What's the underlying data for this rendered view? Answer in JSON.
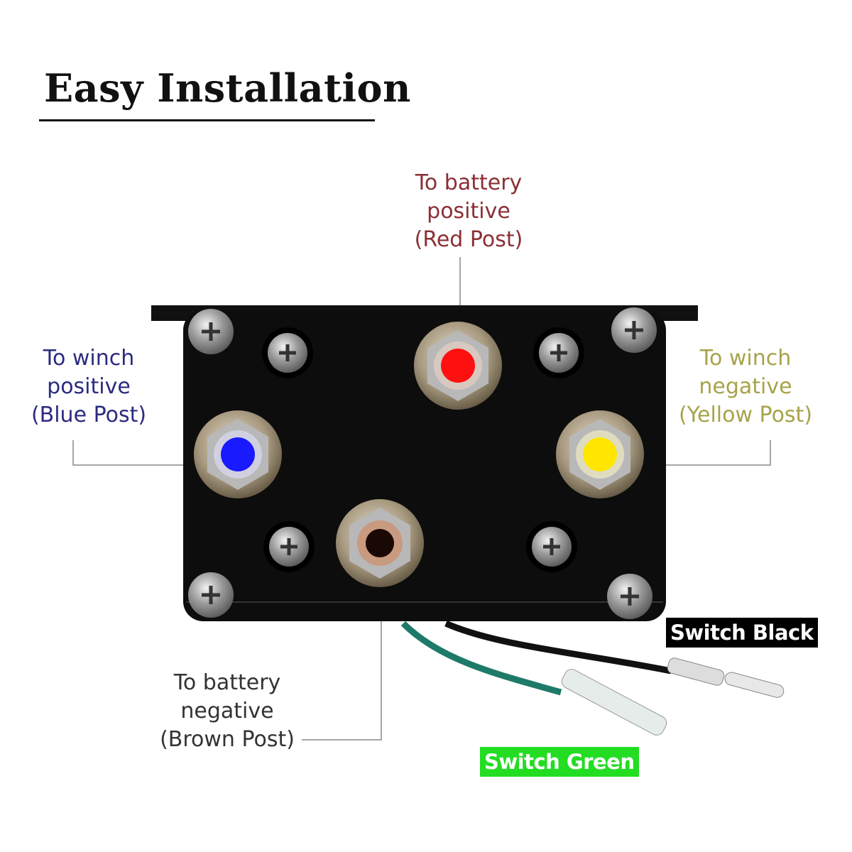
{
  "title": "Easy Installation",
  "labels": {
    "red": {
      "lines": [
        "To battery",
        "positive",
        "(Red Post)"
      ],
      "color": "#8b2f35"
    },
    "blue": {
      "lines": [
        "To winch",
        "positive",
        "(Blue Post)"
      ],
      "color": "#2b2b80"
    },
    "yellow": {
      "lines": [
        "To winch",
        "negative",
        "(Yellow Post)"
      ],
      "color": "#a7a34a"
    },
    "brown": {
      "lines": [
        "To battery",
        "negative",
        "(Brown Post)"
      ],
      "color": "#333333"
    }
  },
  "tags": {
    "switch_black": {
      "text": "Switch Black",
      "bg": "#000000"
    },
    "switch_green": {
      "text": "Switch Green",
      "bg": "#22dd22"
    }
  },
  "post_colors": {
    "red": "#ff1010",
    "blue": "#1a1aff",
    "yellow": "#ffe600",
    "brown": "#1a0805"
  }
}
